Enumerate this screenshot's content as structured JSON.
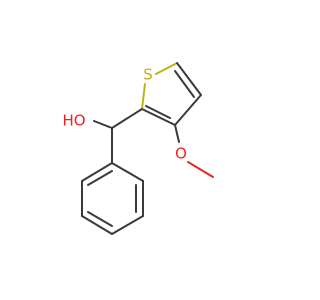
{
  "molecule": {
    "atoms": {
      "sulfur": "S",
      "hydroxyl": "HO",
      "methoxy_oxygen": "O"
    },
    "colors": {
      "bond": "#3a3a3a",
      "sulfur": "#bdb21a",
      "oxygen": "#ee2222"
    }
  }
}
